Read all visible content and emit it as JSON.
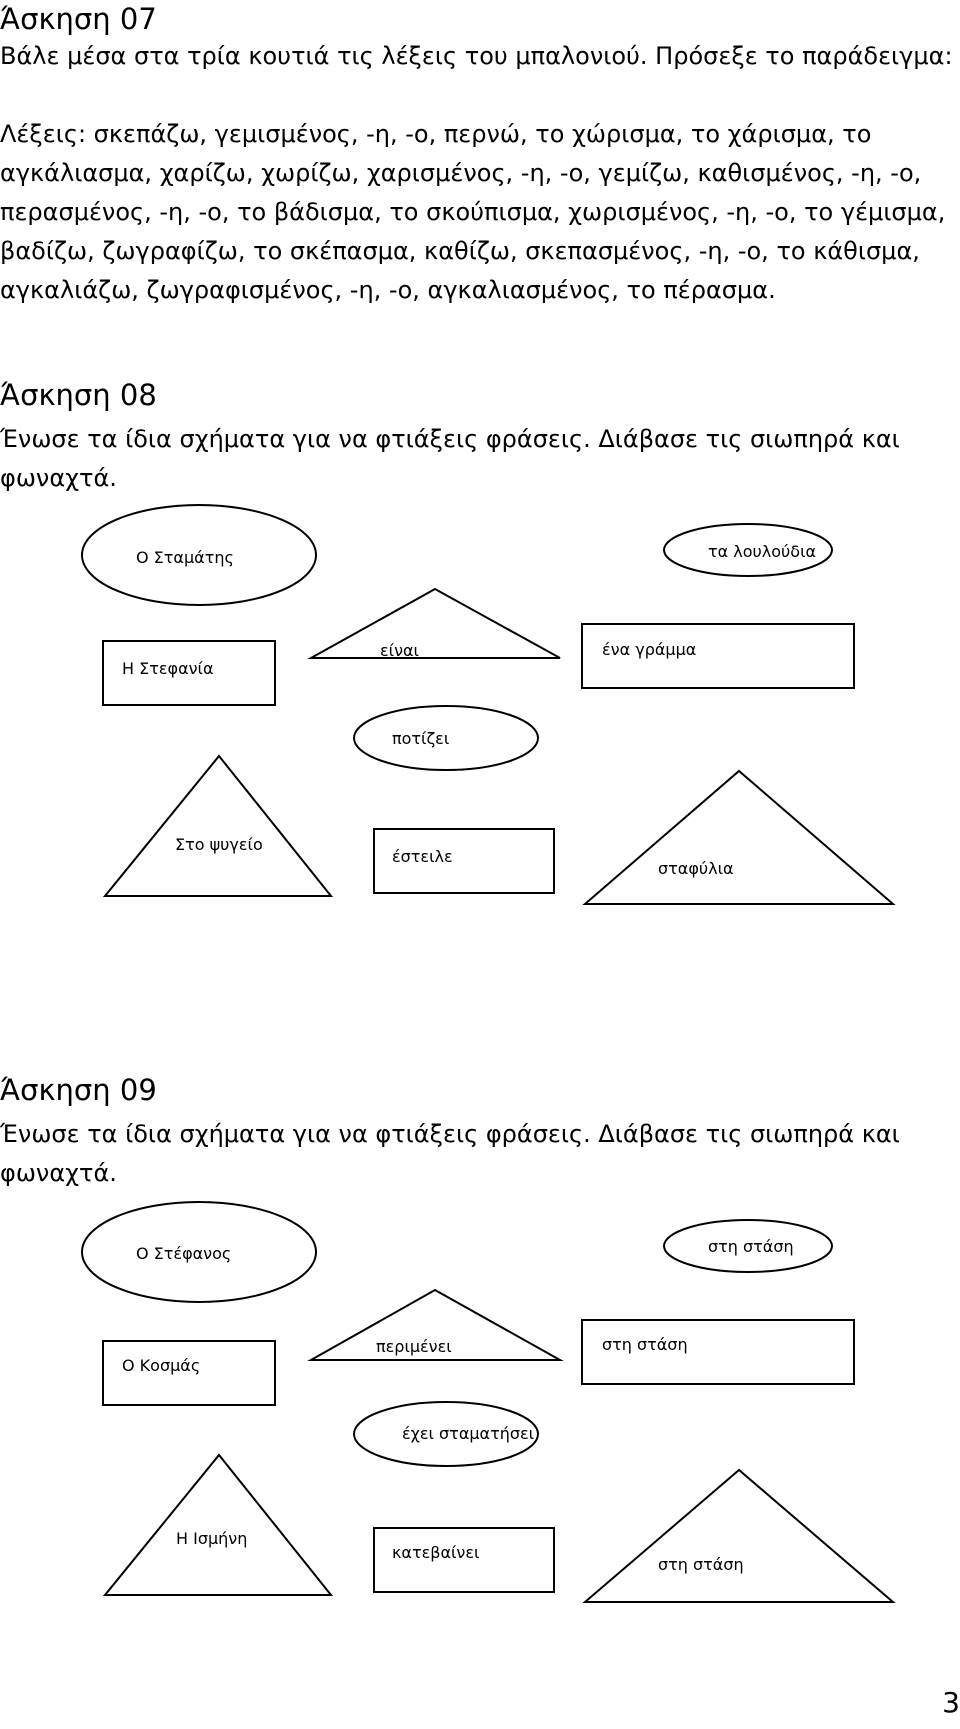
{
  "ex07": {
    "title": "Άσκηση 07",
    "instruction": "Βάλε μέσα στα τρία κουτιά τις λέξεις του μπαλονιού. Πρόσεξε το παράδειγμα:",
    "words_lines": [
      "Λέξεις: σκεπάζω, γεμισμένος, -η, -ο, περνώ, το χώρισμα, το χάρισμα, το",
      "αγκάλιασμα, χαρίζω, χωρίζω, χαρισμένος, -η, -ο, γεμίζω, καθισμένος, -η, -ο,",
      "περασμένος, -η, -ο, το βάδισμα, το σκούπισμα, χωρισμένος, -η, -ο, το γέμισμα,",
      "βαδίζω, ζωγραφίζω, το σκέπασμα, καθίζω, σκεπασμένος, -η, -ο, το κάθισμα,",
      "αγκαλιάζω, ζωγραφισμένος, -η, -ο, αγκαλιασμένος, το πέρασμα."
    ]
  },
  "ex08": {
    "title": "Άσκηση 08",
    "instruction_lines": [
      "Ένωσε τα ίδια σχήματα για να φτιάξεις φράσεις. Διάβασε τις σιωπηρά και",
      "φωναχτά."
    ],
    "labels": {
      "ellipse_left": "Ο Σταμάτης",
      "ellipse_right": "τα λουλούδια",
      "rect_left": "Η Στεφανία",
      "triangle_top": "είναι",
      "rect_right": "ένα γράμμα",
      "ellipse_mid": "ποτίζει",
      "triangle_left": "Στο ψυγείο",
      "rect_mid": "έστειλε",
      "triangle_right": "σταφύλια"
    }
  },
  "ex09": {
    "title": "Άσκηση 09",
    "instruction_lines": [
      "Ένωσε τα ίδια σχήματα για να φτιάξεις φράσεις. Διάβασε τις σιωπηρά και",
      "φωναχτά."
    ],
    "labels": {
      "ellipse_left": "Ο Στέφανος",
      "ellipse_right": "στη στάση",
      "rect_left": "Ο Κοσμάς",
      "triangle_top": "περιμένει",
      "rect_right": "στη στάση",
      "ellipse_mid": "έχει σταματήσει",
      "triangle_left": "Η Ισμήνη",
      "rect_mid": "κατεβαίνει",
      "triangle_right": "στη στάση"
    }
  },
  "page_number": "3"
}
